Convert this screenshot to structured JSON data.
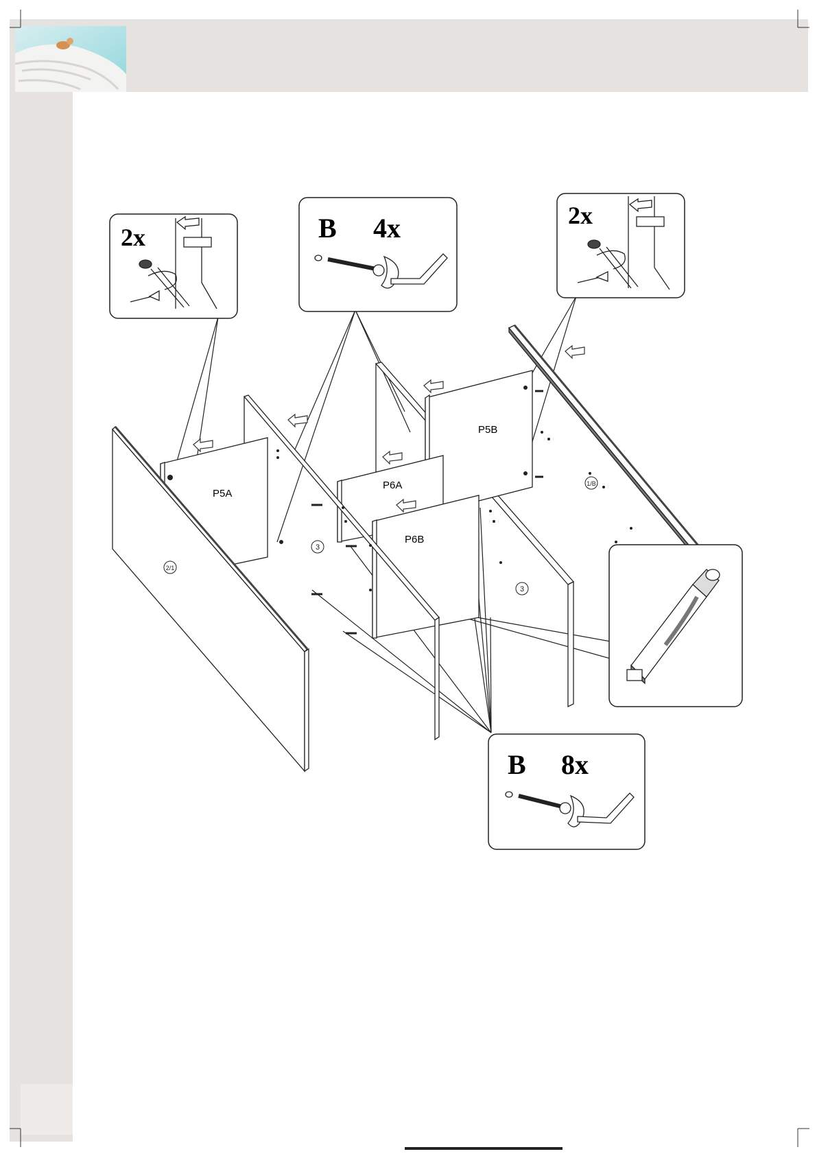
{
  "callouts": {
    "top_left": {
      "qty": "2x"
    },
    "top_center": {
      "letter": "B",
      "qty": "4x"
    },
    "top_right": {
      "qty": "2x"
    },
    "bottom": {
      "letter": "B",
      "qty": "8x"
    }
  },
  "panels": {
    "p5a": "P5A",
    "p5b": "P5B",
    "p6a": "P6A",
    "p6b": "P6B",
    "left_side": "2/1",
    "middle_left": "3",
    "middle_right": "3",
    "back_right": "1/B"
  },
  "icons": [
    "cam-lock-screwdriver-icon",
    "screw-with-key-icon",
    "hinge-detail-icon",
    "arrow-left-icon"
  ]
}
